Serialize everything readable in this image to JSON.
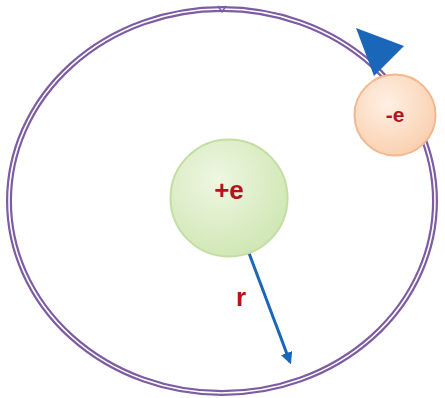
{
  "diagram": {
    "nodes": [
      {
        "text": [
          "+e"
        ]
      },
      {
        "text": [
          "-e"
        ]
      }
    ],
    "labels": [
      "r"
    ]
  }
}
